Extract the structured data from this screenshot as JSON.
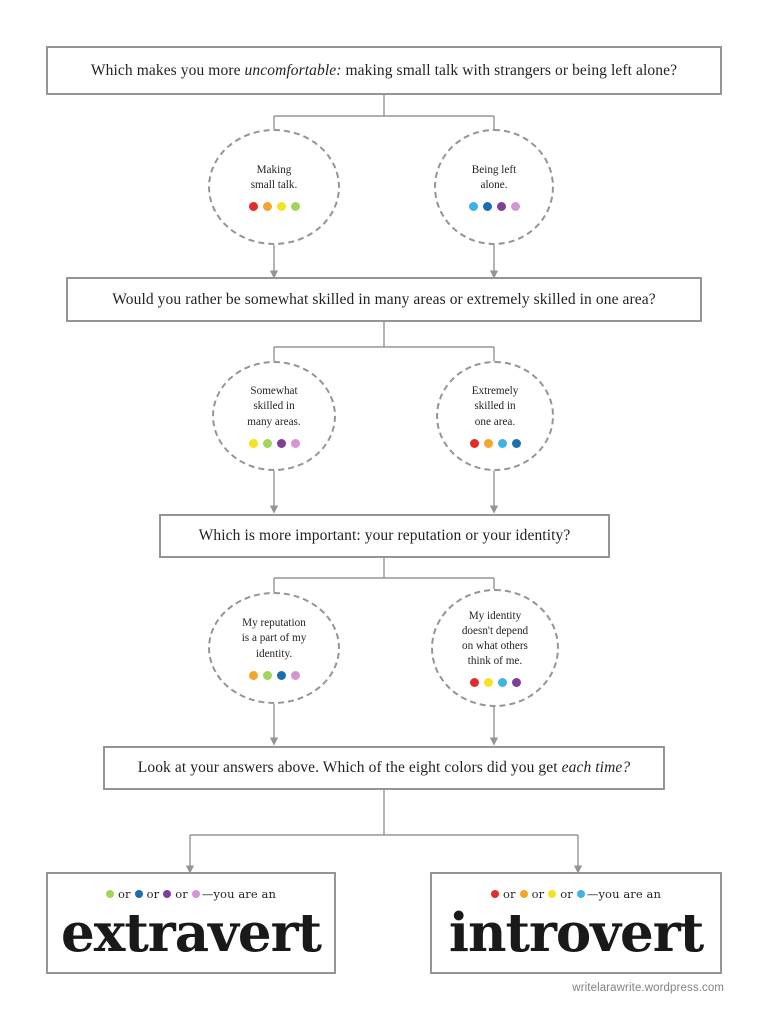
{
  "palette": {
    "red": "#e52b28",
    "orange": "#f4a62a",
    "yellow": "#f3e321",
    "green": "#a3d45b",
    "lightblue": "#3cb4e5",
    "darkblue": "#1c6fae",
    "purple": "#7e3f98",
    "pink": "#d396d2",
    "line": "#939598",
    "border": "#939598",
    "text": "#231f20",
    "footer": "#808285"
  },
  "questions": [
    {
      "id": "q1",
      "text_before": "Which makes you more ",
      "text_em": "uncomfortable:",
      "text_after": " making small talk with strangers or being left alone?"
    },
    {
      "id": "q2",
      "text_before": "Would you rather be somewhat skilled in many areas or extremely skilled in one area?",
      "text_em": "",
      "text_after": ""
    },
    {
      "id": "q3",
      "text_before": "Which is more important: your reputation or your identity?",
      "text_em": "",
      "text_after": ""
    },
    {
      "id": "q4",
      "text_before": "Look at your answers above. Which of the eight colors did you get ",
      "text_em": "each time?",
      "text_after": ""
    }
  ],
  "answers": [
    {
      "id": "a1-left",
      "label": "Making\nsmall talk.",
      "dots": [
        "red",
        "orange",
        "yellow",
        "green"
      ]
    },
    {
      "id": "a1-right",
      "label": "Being left\nalone.",
      "dots": [
        "lightblue",
        "darkblue",
        "purple",
        "pink"
      ]
    },
    {
      "id": "a2-left",
      "label": "Somewhat\nskilled in\nmany areas.",
      "dots": [
        "yellow",
        "green",
        "purple",
        "pink"
      ]
    },
    {
      "id": "a2-right",
      "label": "Extremely\nskilled in\none area.",
      "dots": [
        "red",
        "orange",
        "lightblue",
        "darkblue"
      ]
    },
    {
      "id": "a3-left",
      "label": "My reputation\nis a part of my\nidentity.",
      "dots": [
        "orange",
        "green",
        "darkblue",
        "pink"
      ]
    },
    {
      "id": "a3-right",
      "label": "My identity\ndoesn't depend\non what others\nthink of me.",
      "dots": [
        "red",
        "yellow",
        "lightblue",
        "purple"
      ]
    }
  ],
  "results": [
    {
      "id": "result-extravert",
      "dots": [
        "green",
        "darkblue",
        "purple",
        "pink"
      ],
      "separator": "or",
      "tail": "—you are an",
      "word": "extravert"
    },
    {
      "id": "result-introvert",
      "dots": [
        "red",
        "orange",
        "yellow",
        "lightblue"
      ],
      "separator": "or",
      "tail": "—you are an",
      "word": "introvert"
    }
  ],
  "footer": {
    "url": "writelarawrite.wordpress.com"
  },
  "chart_data": {
    "type": "table",
    "title": "Introvert or Extravert flowchart",
    "nodes": [
      {
        "kind": "question",
        "order": 1,
        "text": "Which makes you more uncomfortable: making small talk with strangers or being left alone?"
      },
      {
        "kind": "answer",
        "order": 1,
        "side": "left",
        "text": "Making small talk.",
        "colors": [
          "red",
          "orange",
          "yellow",
          "green"
        ]
      },
      {
        "kind": "answer",
        "order": 1,
        "side": "right",
        "text": "Being left alone.",
        "colors": [
          "lightblue",
          "darkblue",
          "purple",
          "pink"
        ]
      },
      {
        "kind": "question",
        "order": 2,
        "text": "Would you rather be somewhat skilled in many areas or extremely skilled in one area?"
      },
      {
        "kind": "answer",
        "order": 2,
        "side": "left",
        "text": "Somewhat skilled in many areas.",
        "colors": [
          "yellow",
          "green",
          "purple",
          "pink"
        ]
      },
      {
        "kind": "answer",
        "order": 2,
        "side": "right",
        "text": "Extremely skilled in one area.",
        "colors": [
          "red",
          "orange",
          "lightblue",
          "darkblue"
        ]
      },
      {
        "kind": "question",
        "order": 3,
        "text": "Which is more important: your reputation or your identity?"
      },
      {
        "kind": "answer",
        "order": 3,
        "side": "left",
        "text": "My reputation is a part of my identity.",
        "colors": [
          "orange",
          "green",
          "darkblue",
          "pink"
        ]
      },
      {
        "kind": "answer",
        "order": 3,
        "side": "right",
        "text": "My identity doesn't depend on what others think of me.",
        "colors": [
          "red",
          "yellow",
          "lightblue",
          "purple"
        ]
      },
      {
        "kind": "question",
        "order": 4,
        "text": "Look at your answers above. Which of the eight colors did you get each time?"
      },
      {
        "kind": "result",
        "side": "left",
        "text": "extravert",
        "colors": [
          "green",
          "darkblue",
          "purple",
          "pink"
        ]
      },
      {
        "kind": "result",
        "side": "right",
        "text": "introvert",
        "colors": [
          "red",
          "orange",
          "yellow",
          "lightblue"
        ]
      }
    ]
  }
}
